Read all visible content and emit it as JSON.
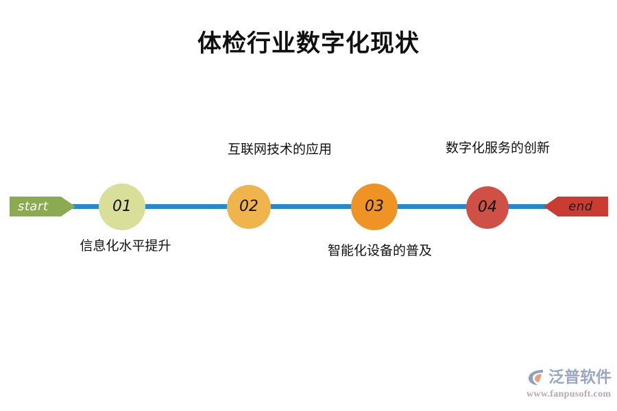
{
  "page": {
    "title": "体检行业数字化现状",
    "background_color": "#ffffff"
  },
  "timeline": {
    "line_color": "#2489ce",
    "start_banner": {
      "label": "start",
      "color": "#8aab4f",
      "text_color": "#ffffff",
      "icon": "arrow-right-banner"
    },
    "end_banner": {
      "label": "end",
      "color": "#ca3c32",
      "text_color": "#1a1a1a",
      "icon": "arrow-left-banner"
    },
    "steps": [
      {
        "number": "01",
        "caption": "信息化水平提升",
        "color": "#d9de99",
        "caption_position": "below"
      },
      {
        "number": "02",
        "caption": "互联网技术的应用",
        "color": "#efb44c",
        "caption_position": "above"
      },
      {
        "number": "03",
        "caption": "智能化设备的普及",
        "color": "#ef9325",
        "caption_position": "below"
      },
      {
        "number": "04",
        "caption": "数字化服务的创新",
        "color": "#cf5044",
        "caption_position": "above"
      }
    ]
  },
  "watermark": {
    "brand": "泛普软件",
    "url": "www.fanpusoft.com",
    "brand_color": "#9aa7c4",
    "url_color": "#b9a7b0",
    "accent_color": "#e8a07a"
  }
}
